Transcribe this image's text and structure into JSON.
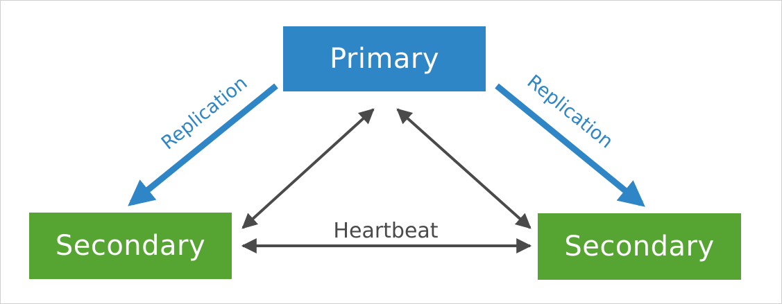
{
  "nodes": {
    "primary": "Primary",
    "secondary_left": "Secondary",
    "secondary_right": "Secondary"
  },
  "edges": {
    "replication_left": "Replication",
    "replication_right": "Replication",
    "heartbeat": "Heartbeat"
  },
  "colors": {
    "primary": "#2f86c6",
    "secondary": "#56a532",
    "replication": "#2f86c6",
    "heartbeat": "#4a4a4a"
  }
}
